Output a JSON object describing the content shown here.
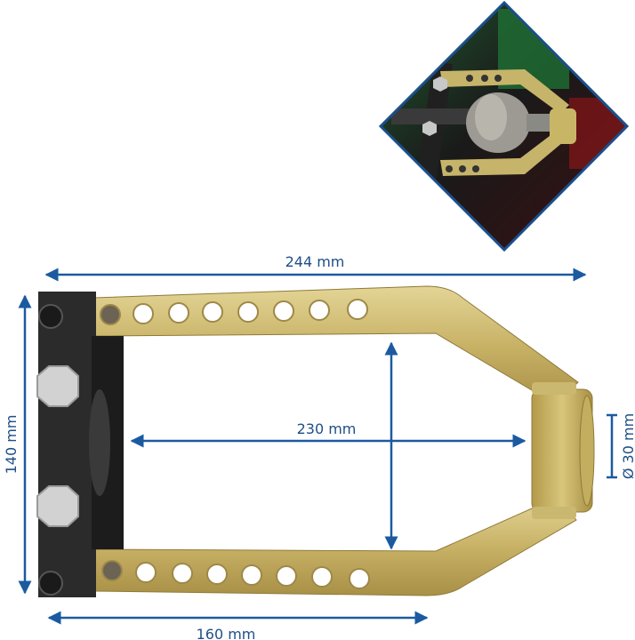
{
  "product": "Drive shaft / CV joint puller (yoke with bolt-on crossbar)",
  "colors": {
    "dimension_line": "#1b5aa0",
    "label_text": "#1f4f86",
    "yoke_gold": "#c9b46a",
    "crossbar_black": "#2a2a2a",
    "inset_border": "#1b4f8c"
  },
  "dimensions": {
    "overall_length": "244 mm",
    "inner_length": "230 mm",
    "height": "140 mm",
    "crossbar_span": "160 mm",
    "collar_diameter": "Ø 30 mm"
  },
  "inset_photo": {
    "description": "Tool in use pulling a CV joint off a drive shaft",
    "shape": "diamond"
  },
  "arm_holes_per_side": 8
}
